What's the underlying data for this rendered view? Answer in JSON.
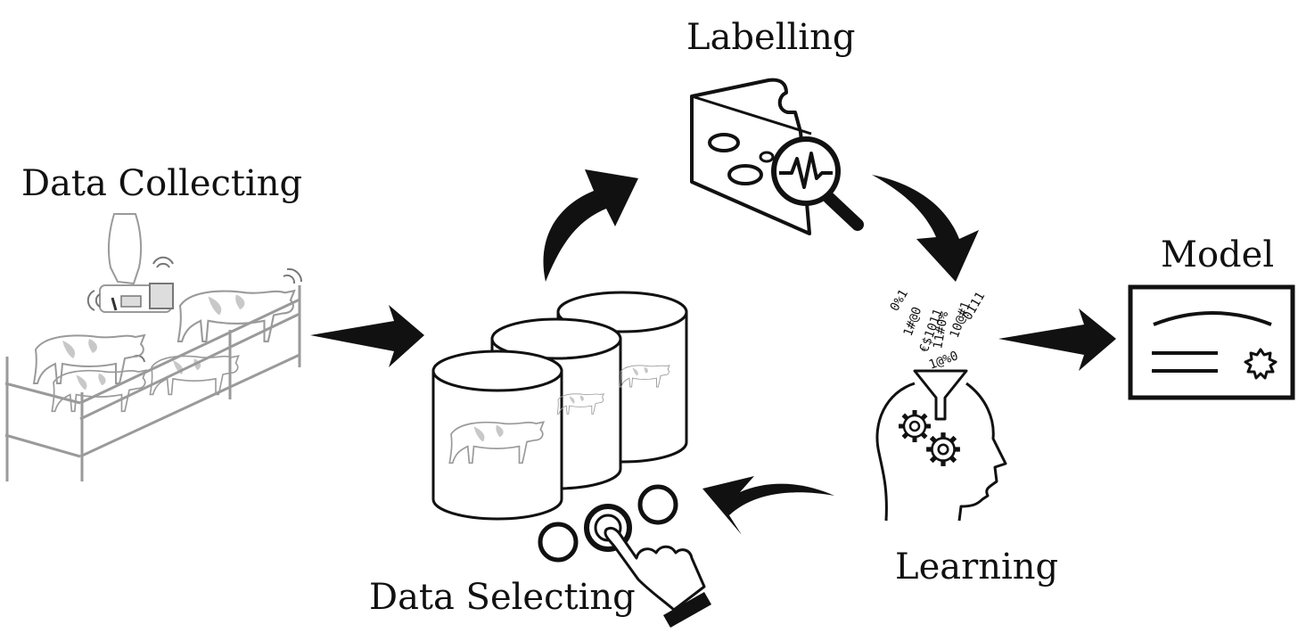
{
  "labels": {
    "data_collecting": "Data Collecting",
    "labelling": "Labelling",
    "model": "Model",
    "learning": "Learning",
    "data_selecting": "Data Selecting"
  },
  "binary_stream": [
    "0",
    "1",
    "%",
    "@",
    "#",
    "€",
    "$",
    "1",
    "0",
    "1",
    "!",
    "#",
    "0",
    "1",
    "@",
    "0",
    "1",
    "1"
  ],
  "colors": {
    "ink": "#111111",
    "sketch": "#9a9a9a",
    "sketch_light": "#c8c8c8"
  },
  "icons": [
    "cow-pen-sketch",
    "database-cylinders",
    "cheese-block-icon",
    "magnifier-waveform-icon",
    "head-gears-icon",
    "funnel-icon",
    "model-card-icon",
    "touch-hand-icon"
  ]
}
